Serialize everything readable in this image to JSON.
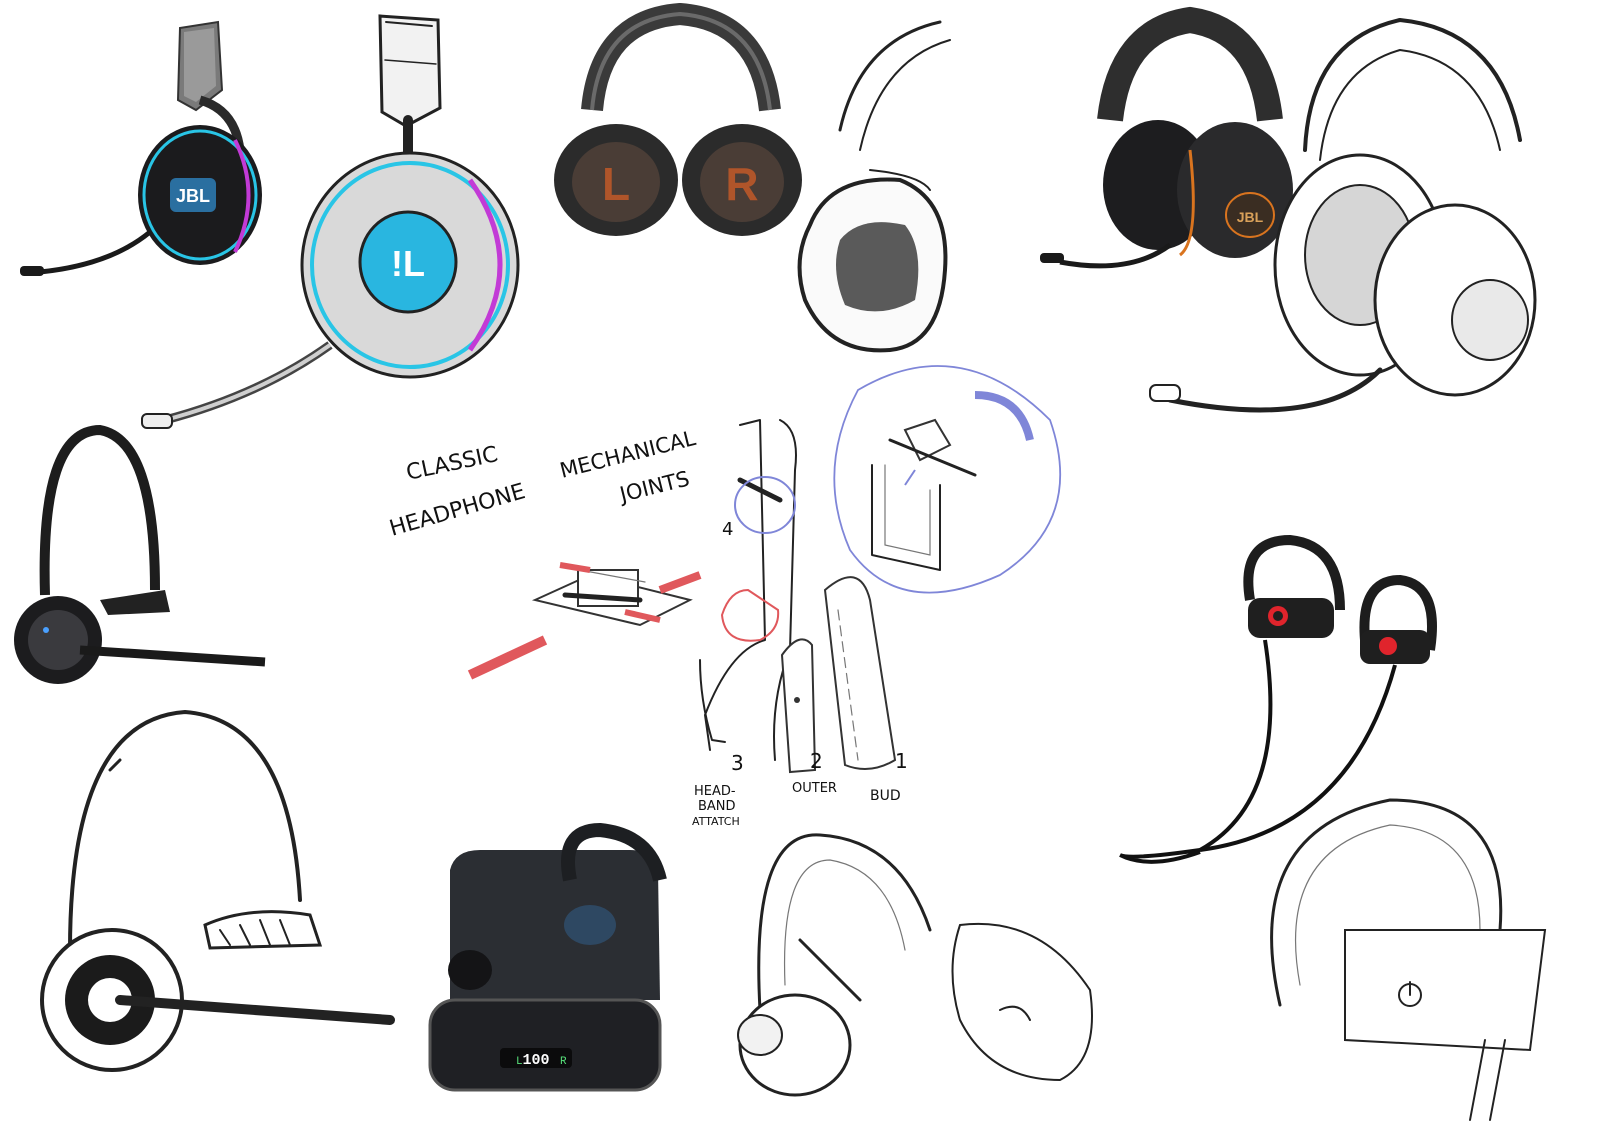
{
  "board": {
    "heading": {
      "line1": "CLASSIC",
      "line2": "HEADPHONE",
      "line3": "MECHANICAL",
      "line4": "JOINTS"
    },
    "parts": [
      {
        "number": "1",
        "label": "BUD"
      },
      {
        "number": "2",
        "label": "OUTER"
      },
      {
        "number": "3",
        "label_lines": [
          "HEAD-",
          "BAND",
          "ATTATCH"
        ]
      },
      {
        "number": "4"
      }
    ],
    "brand_marks": {
      "headset_top_left": "JBL",
      "headset_top_right": "JBL",
      "left_cup": "L",
      "right_cup": "R",
      "case_display": "100",
      "case_left": "L",
      "case_right": "R"
    },
    "colors": {
      "sketch_red": "#e0585c",
      "sketch_blue": "#7f86d8",
      "rgb_cyan": "#29c5e6",
      "rgb_magenta": "#c23ad6",
      "accent_orange": "#d9741f",
      "accent_red": "#e0242c",
      "display_green": "#57e07a"
    }
  }
}
